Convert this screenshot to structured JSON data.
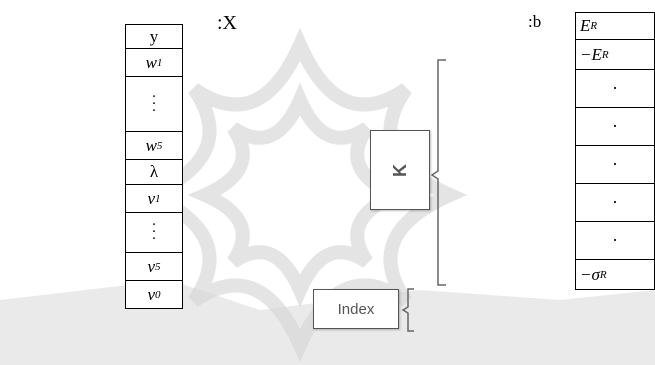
{
  "labels": {
    "x": ":X",
    "b": ":b"
  },
  "x_vector": [
    {
      "kind": "text",
      "label": "y"
    },
    {
      "kind": "sub",
      "base": "w",
      "sub": "1"
    },
    {
      "kind": "vdots"
    },
    {
      "kind": "sub",
      "base": "w",
      "sub": "5"
    },
    {
      "kind": "text",
      "label": "λ"
    },
    {
      "kind": "sub",
      "base": "v",
      "sub": "1"
    },
    {
      "kind": "vdots"
    },
    {
      "kind": "sub",
      "base": "v",
      "sub": "5"
    },
    {
      "kind": "sub",
      "base": "v",
      "sub": "0"
    }
  ],
  "b_vector": [
    {
      "kind": "sub",
      "base": "E",
      "sub": "R"
    },
    {
      "kind": "sub",
      "base": "−E",
      "sub": "R"
    },
    {
      "kind": "dot",
      "label": "·"
    },
    {
      "kind": "dot",
      "label": "·"
    },
    {
      "kind": "dot",
      "label": "·"
    },
    {
      "kind": "dot",
      "label": "·"
    },
    {
      "kind": "dot",
      "label": "·"
    },
    {
      "kind": "sub",
      "base": "−σ",
      "sub": "R"
    }
  ],
  "k_box": {
    "label": "K"
  },
  "index_box": {
    "label": "Index"
  },
  "colors": {
    "watermark": "#c9c9c9",
    "box_border": "#555555",
    "bracket": "#666666"
  }
}
